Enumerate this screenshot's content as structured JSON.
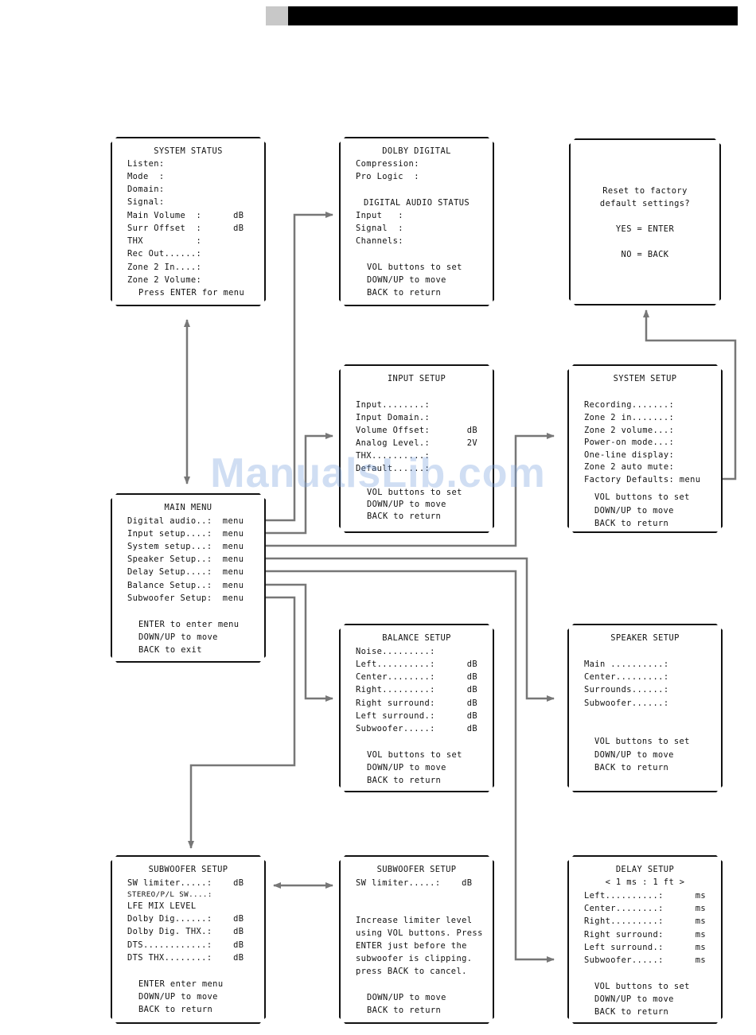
{
  "watermark": "ManualsLib.com",
  "panels": {
    "system_status": {
      "title": "SYSTEM STATUS",
      "lines": [
        "Listen:",
        "Mode  :",
        "Domain:",
        "Signal:",
        "Main Volume  :      dB",
        "Surr Offset  :      dB",
        "THX          :",
        "Rec Out......:",
        "Zone 2 In....:",
        "Zone 2 Volume:"
      ],
      "footer": "Press ENTER for menu"
    },
    "dolby_digital": {
      "title": "DOLBY DIGITAL",
      "lines": [
        "Compression:",
        "Pro Logic  :"
      ],
      "subtitle": "DIGITAL AUDIO STATUS",
      "lines2": [
        "Input   :",
        "Signal  :",
        "Channels:"
      ],
      "footer": [
        "VOL buttons to set",
        "DOWN/UP to move",
        "BACK to return"
      ]
    },
    "reset": {
      "lines": [
        "Reset to factory",
        "default settings?",
        "YES = ENTER",
        "NO = BACK"
      ]
    },
    "input_setup": {
      "title": "INPUT SETUP",
      "lines": [
        "Input........:",
        "Input Domain.:",
        "Volume Offset:       dB",
        "Analog Level.:       2V",
        "THX..........:",
        "Default......:"
      ],
      "footer": [
        "VOL buttons to set",
        "DOWN/UP to move",
        "BACK to return"
      ]
    },
    "system_setup": {
      "title": "SYSTEM SETUP",
      "lines": [
        "Recording.......:",
        "Zone 2 in.......:",
        "Zone 2 volume...:",
        "Power-on mode...:",
        "One-line display:",
        "Zone 2 auto mute:",
        "Factory Defaults: menu"
      ],
      "footer": [
        "VOL buttons to set",
        "DOWN/UP to move",
        "BACK to return"
      ]
    },
    "main_menu": {
      "title": "MAIN MENU",
      "lines": [
        "Digital audio..:  menu",
        "Input setup....:  menu",
        "System setup...:  menu",
        "Speaker Setup..:  menu",
        "Delay Setup....:  menu",
        "Balance Setup..:  menu",
        "Subwoofer Setup:  menu"
      ],
      "footer": [
        "ENTER to enter menu",
        "DOWN/UP to move",
        "BACK to exit"
      ]
    },
    "balance_setup": {
      "title": "BALANCE SETUP",
      "lines": [
        "Noise.........:",
        "Left..........:      dB",
        "Center........:      dB",
        "Right.........:      dB",
        "Right surround:      dB",
        "Left surround.:      dB",
        "Subwoofer.....:      dB"
      ],
      "footer": [
        "VOL buttons to set",
        "DOWN/UP to move",
        "BACK to return"
      ]
    },
    "speaker_setup": {
      "title": "SPEAKER SETUP",
      "lines": [
        "Main ..........:",
        "Center.........:",
        "Surrounds......:",
        "Subwoofer......:"
      ],
      "footer": [
        "VOL buttons to set",
        "DOWN/UP to move",
        "BACK to return"
      ]
    },
    "subwoofer_setup": {
      "title": "SUBWOOFER SETUP",
      "lines": [
        "SW limiter.....:    dB",
        "STEREO/P/L SW....:",
        "LFE MIX LEVEL",
        "Dolby Dig......:    dB",
        "Dolby Dig. THX.:    dB",
        "DTS............:    dB",
        "DTS THX........:    dB"
      ],
      "footer": [
        "ENTER enter menu",
        "DOWN/UP to move",
        "BACK to return"
      ]
    },
    "subwoofer_limiter": {
      "title": "SUBWOOFER SETUP",
      "lines": [
        "SW limiter.....:    dB"
      ],
      "body": [
        "Increase limiter level",
        "using VOL buttons. Press",
        "ENTER just before the",
        "subwoofer is clipping.",
        "press BACK to cancel."
      ],
      "footer": [
        "DOWN/UP to move",
        "BACK to return"
      ]
    },
    "delay_setup": {
      "title": "DELAY SETUP",
      "subtitle": "< 1 ms : 1 ft >",
      "lines": [
        "Left..........:      ms",
        "Center........:      ms",
        "Right.........:      ms",
        "Right surround:      ms",
        "Left surround.:      ms",
        "Subwoofer.....:      ms"
      ],
      "footer": [
        "VOL buttons to set",
        "DOWN/UP to move",
        "BACK to return"
      ]
    }
  }
}
